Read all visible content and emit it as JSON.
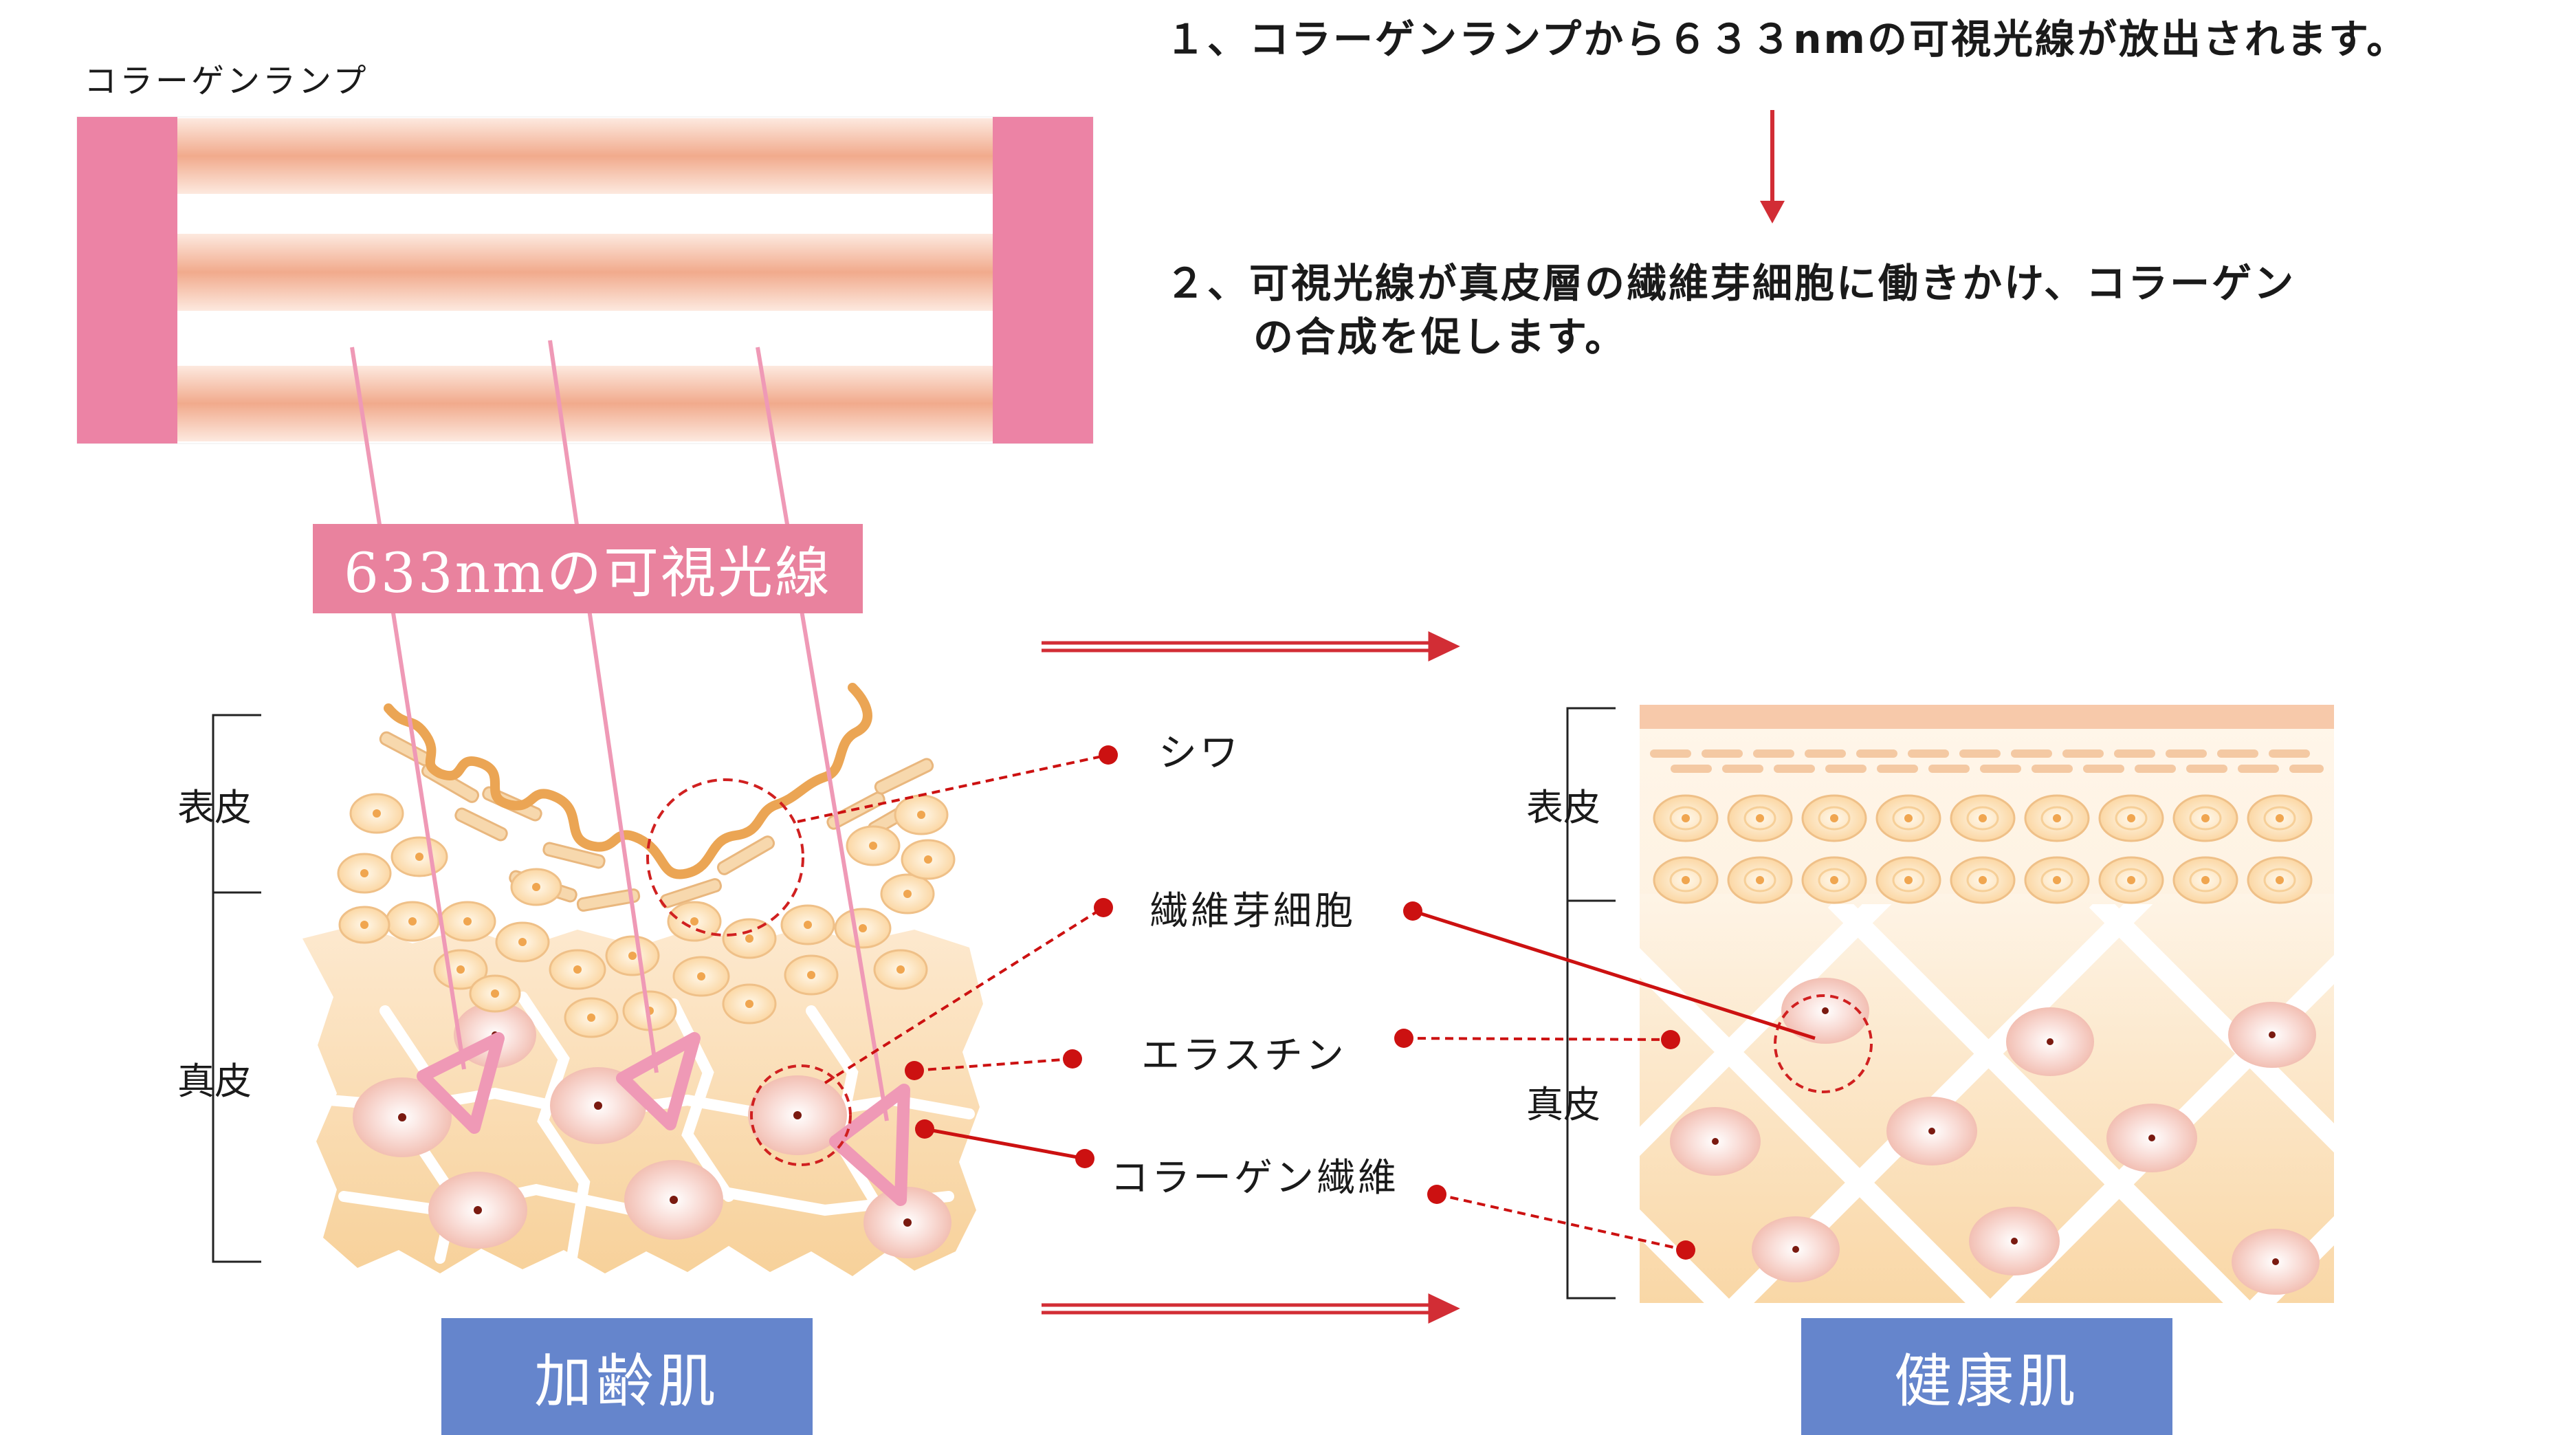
{
  "lamp": {
    "label": "コラーゲンランプ"
  },
  "steps": [
    {
      "text": "１、コラーゲンランプから６３３nmの可視光線が放出されます。"
    },
    {
      "text_line1": "２、可視光線が真皮層の繊維芽細胞に働きかけ、コラーゲン",
      "text_line2": "の合成を促します。"
    }
  ],
  "wavelength_label": "633nmの可視光線",
  "layers": {
    "epidermis": "表皮",
    "dermis": "真皮"
  },
  "callouts": {
    "wrinkle": "シワ",
    "fibroblast": "繊維芽細胞",
    "elastin": "エラスチン",
    "collagen_fiber": "コラーゲン繊維"
  },
  "panels": {
    "aged": "加齢肌",
    "healthy": "健康肌"
  },
  "colors": {
    "lamp_pink": "#ec83a5",
    "label_pink": "#e9829e",
    "pointer_red": "#cc1111",
    "arrow_red": "#d22d35",
    "skin_peach": "#f9d6a6",
    "panel_blue": "#6585cc"
  }
}
